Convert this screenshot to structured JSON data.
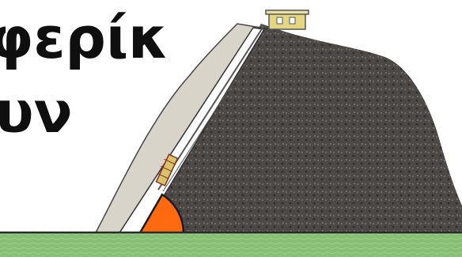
{
  "caption": {
    "line1": "φερίκ",
    "line2": "υν"
  },
  "colors": {
    "mountain": "#4c4845",
    "ground": "#86bf75",
    "orange": "#ff6a10",
    "slope": "#ffffff",
    "ramp_fill": "#f1f0ec",
    "hut": "#e4d683"
  },
  "illustration": {
    "subject": "funicular-on-mountain",
    "icon": "mountain-icon"
  }
}
